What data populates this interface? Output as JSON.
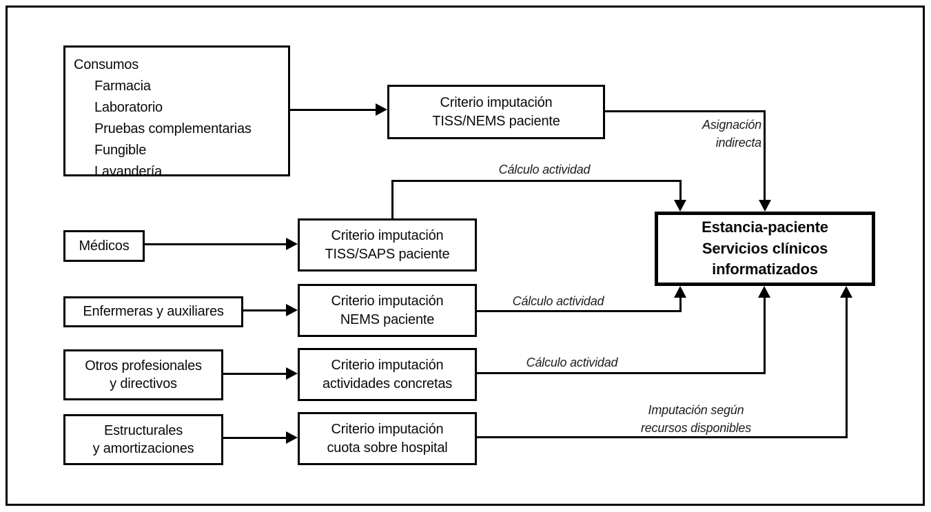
{
  "diagram": {
    "background_color": "#ffffff",
    "line_color": "#000000",
    "nodes": {
      "consumos": {
        "title": "Consumos",
        "items": [
          "Farmacia",
          "Laboratorio",
          "Pruebas complementarias",
          "Fungible",
          "Lavandería"
        ]
      },
      "criterio_tiss_nems": {
        "line1": "Criterio imputación",
        "line2": "TISS/NEMS paciente"
      },
      "medicos": {
        "line1": "Médicos"
      },
      "criterio_tiss_saps": {
        "line1": "Criterio imputación",
        "line2": "TISS/SAPS paciente"
      },
      "enfermeras": {
        "line1": "Enfermeras y auxiliares"
      },
      "criterio_nems": {
        "line1": "Criterio imputación",
        "line2": "NEMS paciente"
      },
      "otros": {
        "line1": "Otros profesionales",
        "line2": "y directivos"
      },
      "criterio_actividades": {
        "line1": "Criterio imputación",
        "line2": "actividades concretas"
      },
      "estructurales": {
        "line1": "Estructurales",
        "line2": "y amortizaciones"
      },
      "criterio_cuota": {
        "line1": "Criterio imputación",
        "line2": "cuota sobre hospital"
      },
      "estancia": {
        "line1": "Estancia-paciente",
        "line2": "Servicios clínicos",
        "line3": "informatizados"
      }
    },
    "edge_labels": {
      "asignacion": {
        "line1": "Asignación",
        "line2": "indirecta"
      },
      "calculo_top": "Cálculo actividad",
      "calculo_nems": "Cálculo actividad",
      "calculo_actividades": "Cálculo actividad",
      "imputacion": {
        "line1": "Imputación según",
        "line2": "recursos disponibles"
      }
    }
  }
}
